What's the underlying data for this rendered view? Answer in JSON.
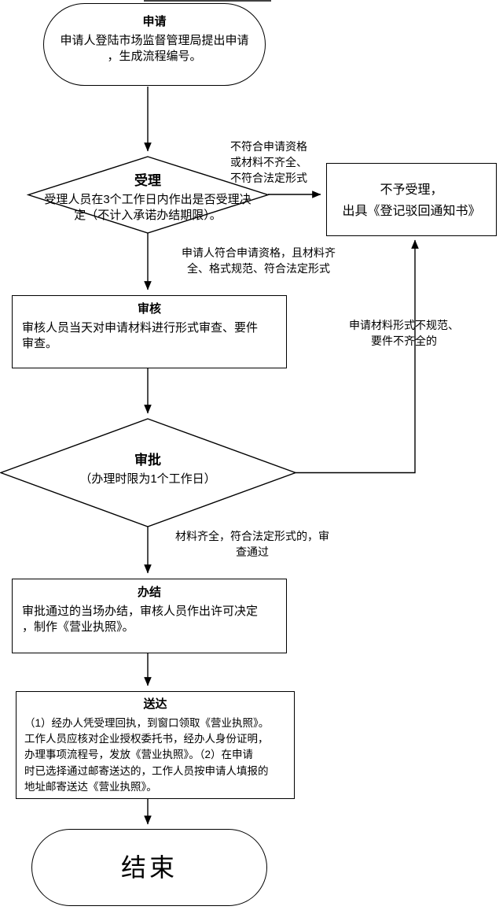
{
  "page": {
    "background_color": "#ffffff",
    "line_color": "#000000",
    "shape_fill_color": "#ffffff"
  },
  "nodes": {
    "start": {
      "title": "申请",
      "body": "申请人登陆市场监督管理局提出申请\n，生成流程编号。"
    },
    "accept": {
      "title": "受理",
      "body": "受理人员在3个工作日内作出是否受理决\n定（不计入承诺办结期限）。"
    },
    "reject": {
      "body": "不予受理，\n出具《登记驳回通知书》"
    },
    "review": {
      "title": "审核",
      "body": "审核人员当天对申请材料进行形式审查、要件\n审查。"
    },
    "approve": {
      "title": "审批",
      "body": "（办理时限为1个工作日）"
    },
    "done": {
      "title": "办结",
      "body": "审批通过的当场办结，审核人员作出许可决定\n，制作《营业执照》。"
    },
    "deliver": {
      "title": "送达",
      "body": "（1）经办人凭受理回执，到窗口领取《营业执照》。\n工作人员应核对企业授权委托书，经办人身份证明，\n办理事项流程号，发放《营业执照》。（2）在申请\n时已选择通过邮寄送达的，工作人员按申请人填报的\n地址邮寄送达《营业执照》。"
    },
    "end": {
      "title": "结束"
    }
  },
  "edge_labels": {
    "accept_fail": "不符合申请资格\n或材料不齐全、\n不符合法定形式",
    "accept_pass": "申请人符合申请资格，且材料齐\n全、格式规范、符合法定形式",
    "approve_fail": "申请材料形式不规范、\n要件不齐全的",
    "approve_pass": "材料齐全，符合法定形式的，审\n查通过"
  }
}
